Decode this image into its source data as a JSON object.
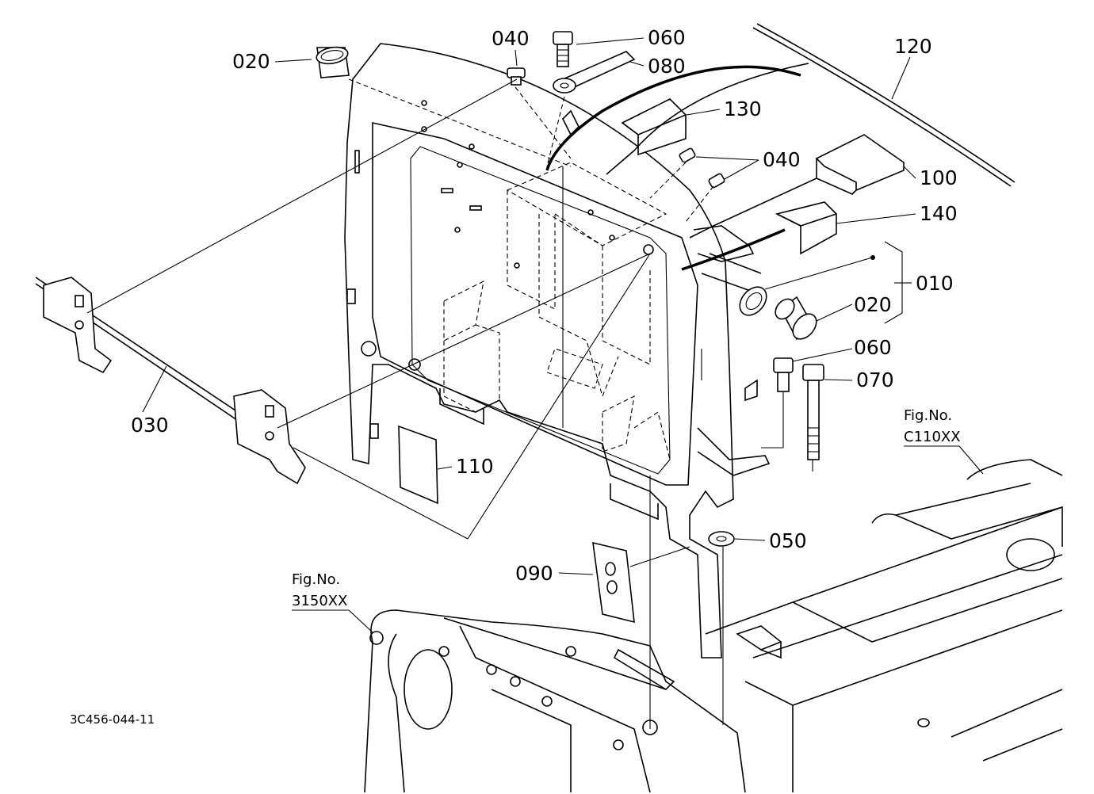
{
  "parts": {
    "p010": "010",
    "p020a": "020",
    "p020b": "020",
    "p030": "030",
    "p040a": "040",
    "p040b": "040",
    "p050": "050",
    "p060a": "060",
    "p060b": "060",
    "p070": "070",
    "p080": "080",
    "p090": "090",
    "p100": "100",
    "p110": "110",
    "p120": "120",
    "p130": "130",
    "p140": "140"
  },
  "figure_refs": {
    "left": {
      "caption": "Fig.No.",
      "number": "3150XX"
    },
    "right": {
      "caption": "Fig.No.",
      "number": "C110XX"
    }
  },
  "drawing_number": "3C456-044-11"
}
